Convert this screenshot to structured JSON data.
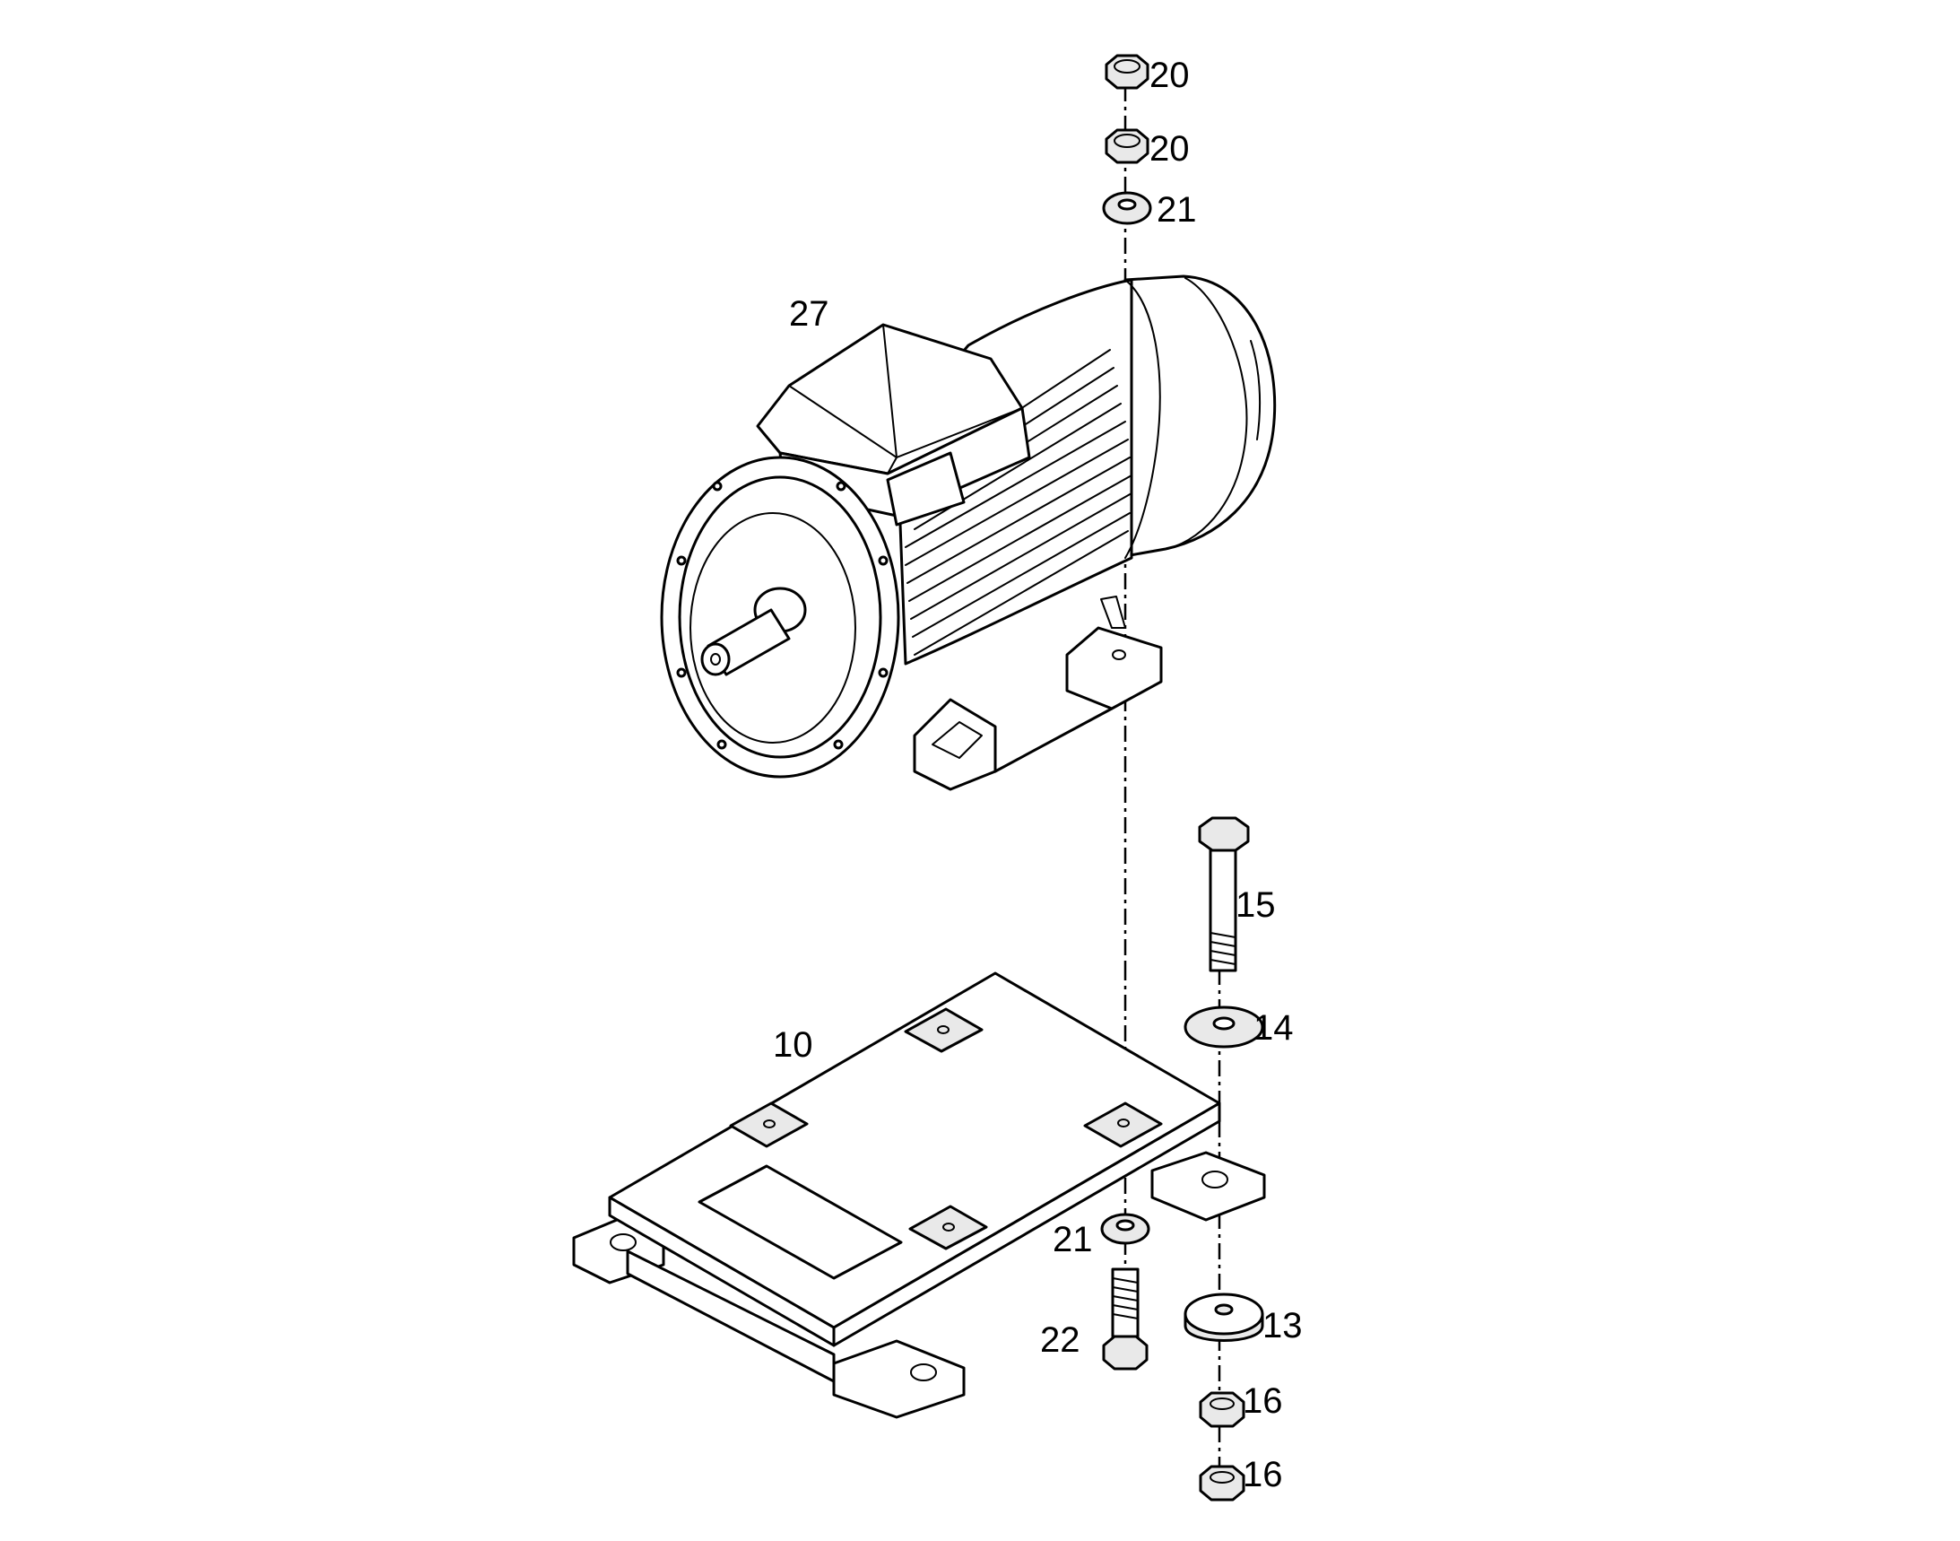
{
  "callouts": {
    "c20a": "20",
    "c20b": "20",
    "c21a": "21",
    "c27": "27",
    "c15": "15",
    "c14": "14",
    "c10": "10",
    "c21b": "21",
    "c22": "22",
    "c13": "13",
    "c16a": "16",
    "c16b": "16"
  }
}
